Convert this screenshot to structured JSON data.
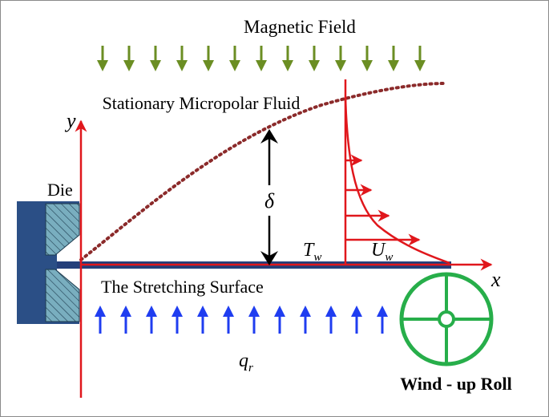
{
  "labels": {
    "magnetic_field": "Magnetic Field",
    "fluid": "Stationary Micropolar Fluid",
    "die": "Die",
    "stretching_surface": "The Stretching Surface",
    "wind_up_roll": "Wind - up Roll",
    "axis_x": "x",
    "axis_y": "y",
    "delta": "δ",
    "t_main": "T",
    "t_sub": "w",
    "u_main": "U",
    "u_sub": "w",
    "q_main": "q",
    "q_sub": "r"
  },
  "colors": {
    "magnetic_arrow": "#6b8e23",
    "heat_arrow": "#1f3df0",
    "axis": "#e0171c",
    "boundary_layer": "#8b2a2a",
    "sheet": "#243f7a",
    "die_body": "#2b4f86",
    "die_insert": "#79aebf",
    "roll": "#27ae4a",
    "profile": "#e0171c",
    "text": "#000000"
  },
  "icons": {
    "magnetic_arrows": "down-arrow-icon",
    "heat_arrows": "up-arrow-icon",
    "roll": "wind-up-roll-icon"
  }
}
